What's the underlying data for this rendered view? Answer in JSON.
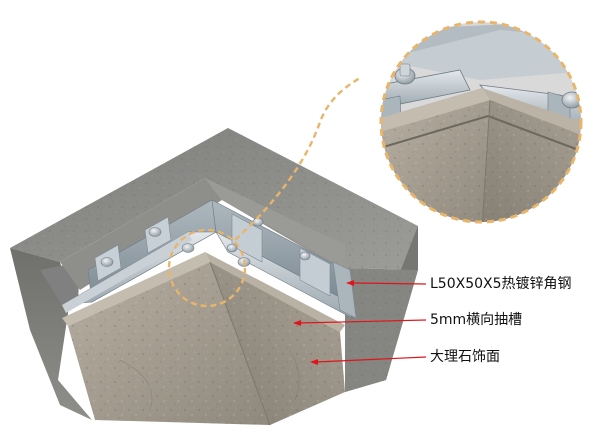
{
  "labels": {
    "angle_steel": "L50X50X5热镀锌角钢",
    "groove": "5mm横向抽槽",
    "marble": "大理石饰面"
  },
  "colors": {
    "leader": "#e0151b",
    "zoom_ring": "#e8b56a",
    "concrete": "#8a8a8a",
    "stone": "#a49d90",
    "steel": "#b9c4cc"
  }
}
